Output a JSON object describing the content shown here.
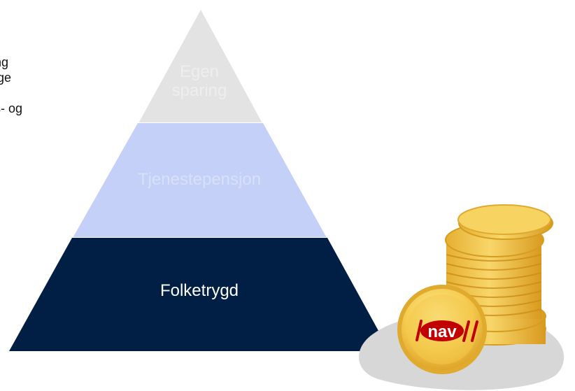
{
  "side_text": {
    "line1": "ng",
    "line2": "orge",
    "line3": "s- og"
  },
  "pyramid": {
    "top_label_line1": "Egen",
    "top_label_line2": "sparing",
    "middle_label": "Tjenestepensjon",
    "bottom_label": "Folketrygd"
  },
  "coin_logo": {
    "text": "nav"
  },
  "colors": {
    "top_tier": "#e3e3e3",
    "middle_tier": "#c4d0f7",
    "bottom_tier": "#011f44",
    "coin_gold": "#f3c84d",
    "coin_shadow": "#d7d7d7",
    "logo_red": "#c30000"
  },
  "icons": [
    "coin-stack-icon",
    "nav-logo-icon"
  ]
}
